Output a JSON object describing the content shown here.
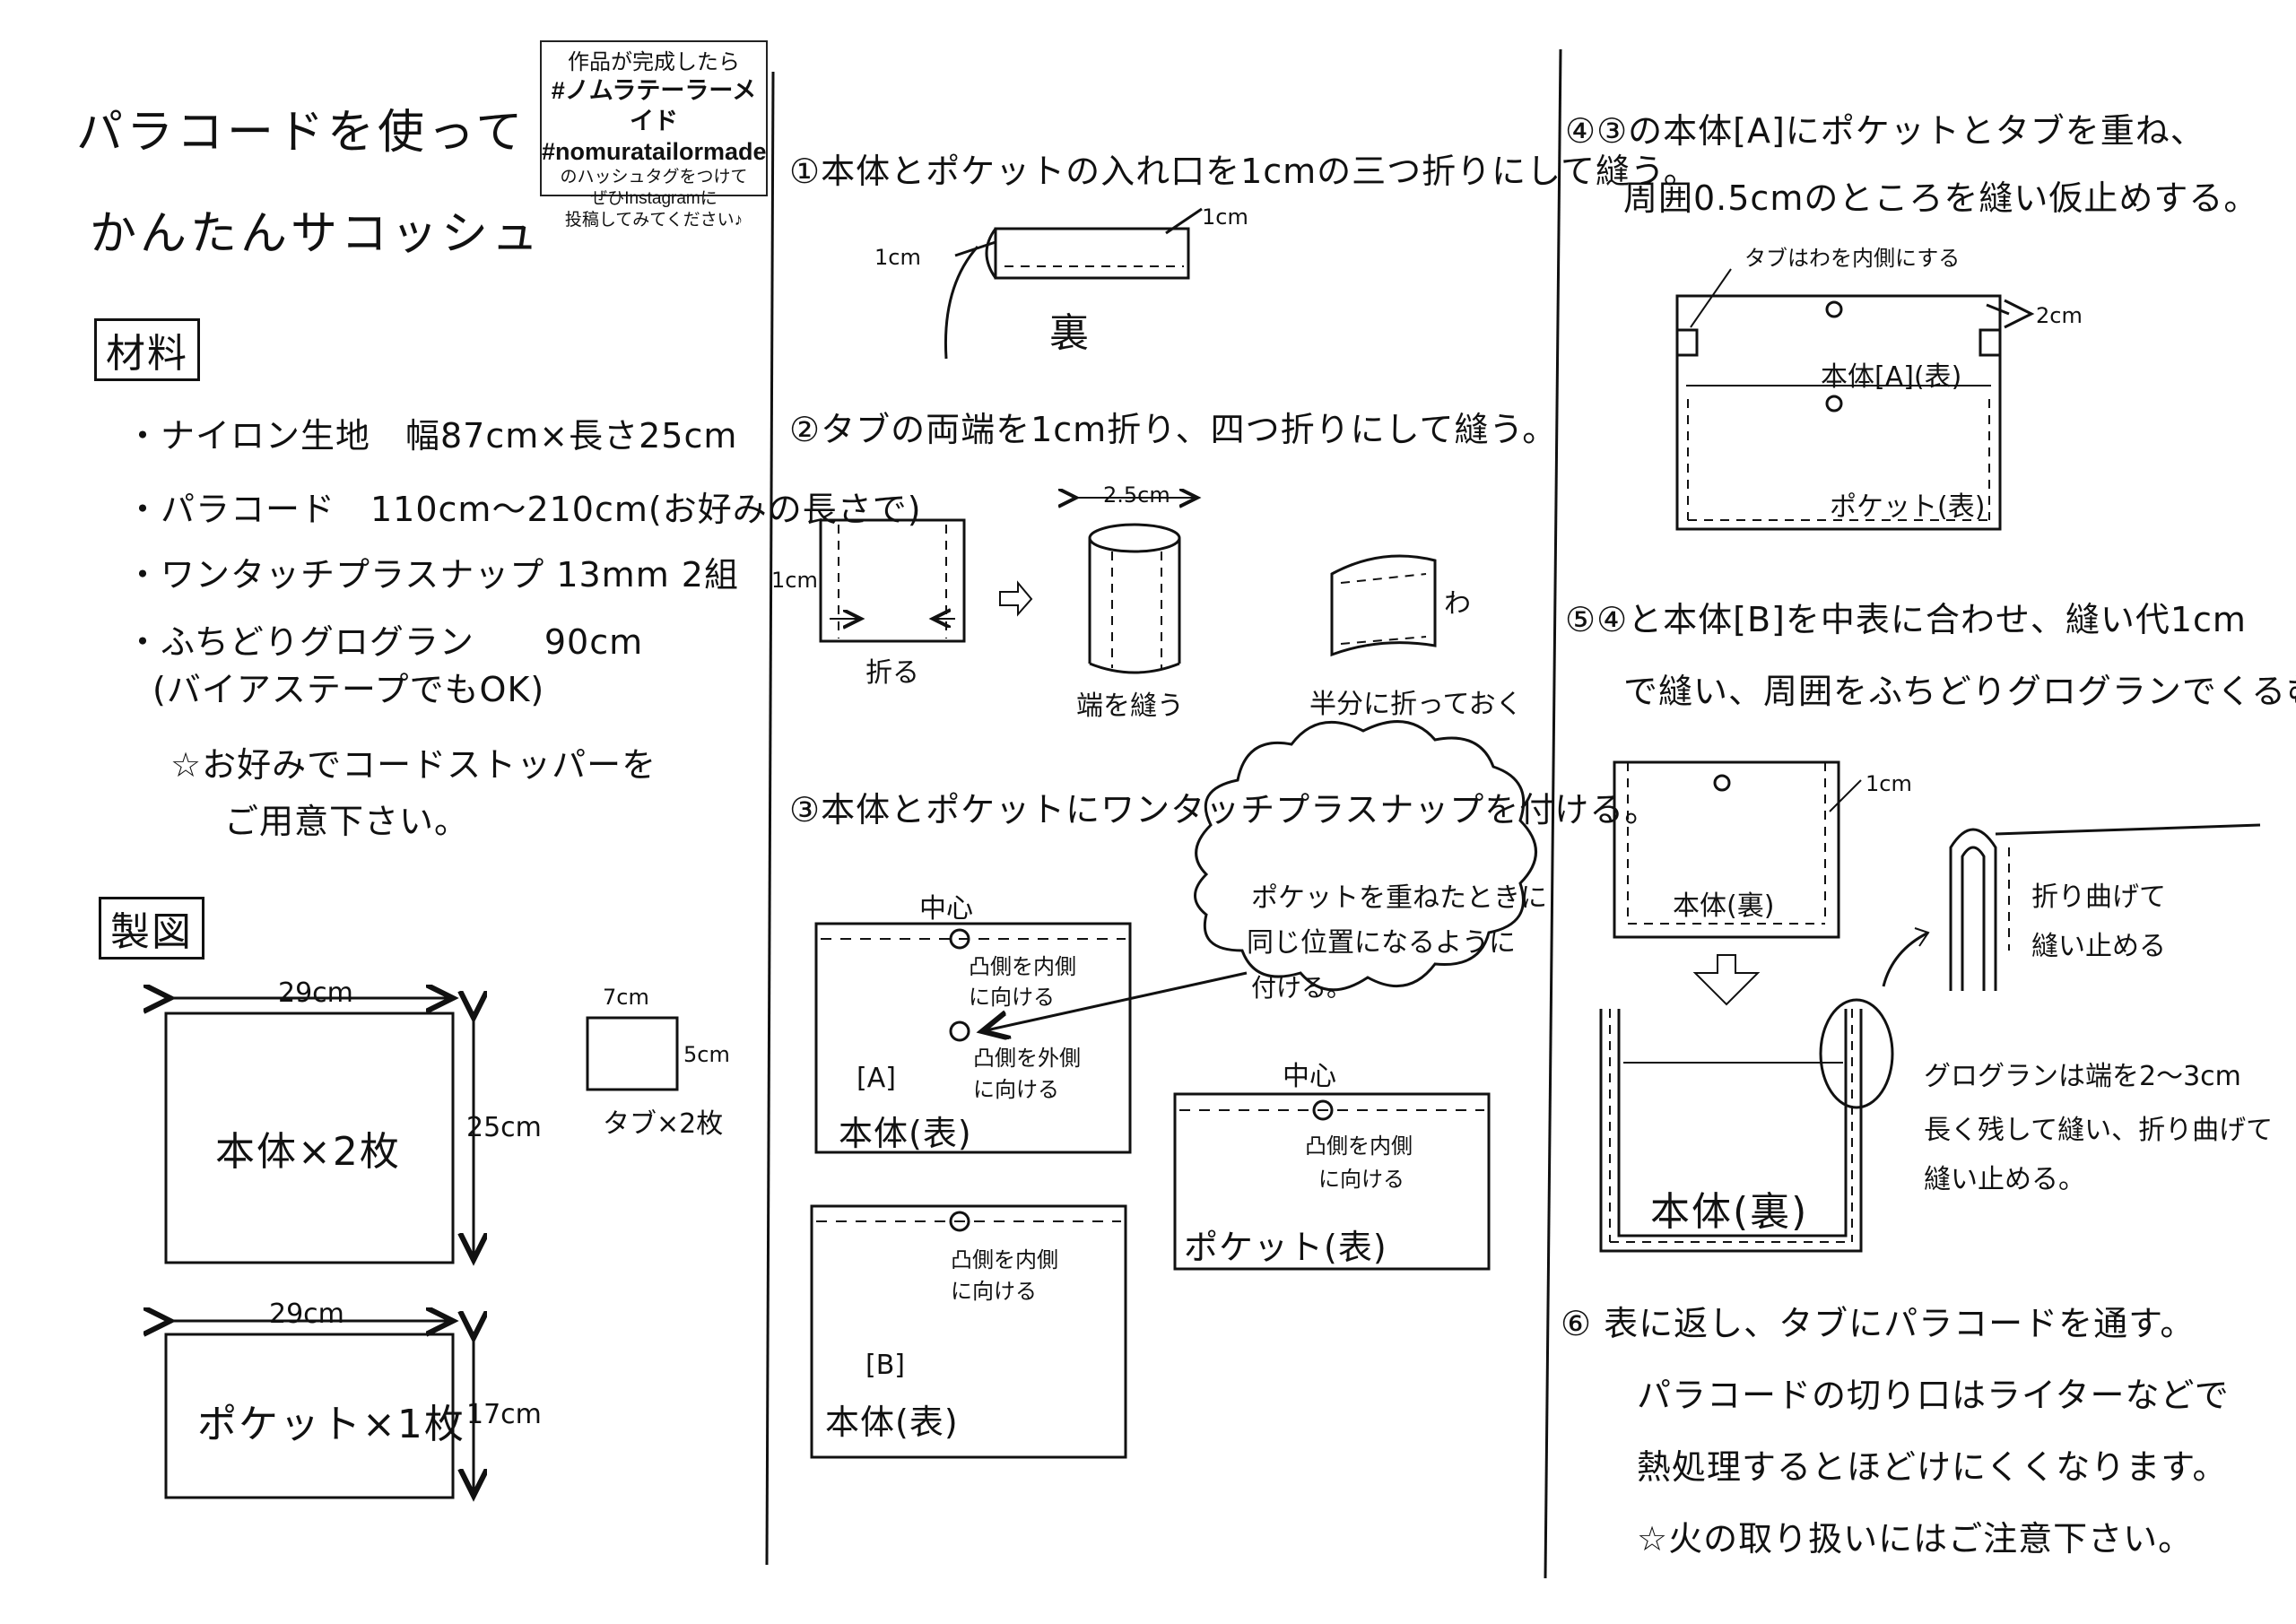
{
  "hashtag_box": {
    "line1": "作品が完成したら",
    "line2": "#ノムラテーラーメイド",
    "line3": "#nomuratailormade",
    "line4": "のハッシュタグをつけて",
    "line5": "ぜひInstagramに",
    "line6": "投稿してみてください♪"
  },
  "left": {
    "title_line1": "パラコードを使って",
    "title_line2": "かんたんサコッシュ",
    "materials_heading": "材料",
    "materials": [
      "・ナイロン生地　幅87cm×長さ25cm",
      "・パラコード　110cm～210cm(お好みの長さで)",
      "・ワンタッチプラスナップ 13mm 2組",
      "・ふちどりグログラン　　90cm",
      "(バイアステープでもOK)"
    ],
    "note_line1": "☆お好みでコードストッパーを",
    "note_line2": "ご用意下さい。",
    "pattern_heading": "製図",
    "body_width": "29cm",
    "body_height": "25cm",
    "body_label": "本体×2枚",
    "tab_width": "7cm",
    "tab_height": "5cm",
    "tab_label": "タブ×2枚",
    "pocket_width": "29cm",
    "pocket_height": "17cm",
    "pocket_label": "ポケット×1枚"
  },
  "middle": {
    "step1": "①本体とポケットの入れ口を1cmの三つ折りにして縫う。",
    "step1_dim_a": "1cm",
    "step1_dim_b": "1cm",
    "step1_ura": "裏",
    "step2": "②タブの両端を1cm折り、四つ折りにして縫う。",
    "step2_dim": "1cm",
    "step2_fold": "折る",
    "step2_width": "2.5cm",
    "step2_sew": "端を縫う",
    "step2_wa": "わ",
    "step2_half": "半分に折っておく",
    "step3": "③本体とポケットにワンタッチプラスナップを付ける。",
    "cloud_line1": "ポケットを重ねたときに",
    "cloud_line2": "同じ位置になるように",
    "cloud_line3": "付ける。",
    "center_label": "中心",
    "convex_in": "凸側を内側",
    "convex_out": "凸側を外側",
    "face_to": "に向ける",
    "label_a": "[A]",
    "body_front": "本体(表)",
    "label_b": "[B]",
    "pocket_front": "ポケット(表)"
  },
  "right": {
    "step4_line1": "④③の本体[A]にポケットとタブを重ね、",
    "step4_line2": "周囲0.5cmのところを縫い仮止めする。",
    "tab_note": "タブはわを内側にする",
    "dim_2cm": "2cm",
    "body_a_front": "本体[A](表)",
    "pocket_front": "ポケット(表)",
    "step5_line1": "⑤④と本体[B]を中表に合わせ、縫い代1cm",
    "step5_line2": "で縫い、周囲をふちどりグログランでくるむ。",
    "dim_1cm": "1cm",
    "body_back": "本体(裏)",
    "fold_line1": "折り曲げて",
    "fold_line2": "縫い止める",
    "gg_line1": "グログランは端を2～3cm",
    "gg_line2": "長く残して縫い、折り曲げて",
    "gg_line3": "縫い止める。",
    "step6_line1": "⑥ 表に返し、タブにパラコードを通す。",
    "step6_line2": "パラコードの切り口はライターなどで",
    "step6_line3": "熱処理するとほどけにくくなります。",
    "step6_line4": "☆火の取り扱いにはご注意下さい。"
  }
}
